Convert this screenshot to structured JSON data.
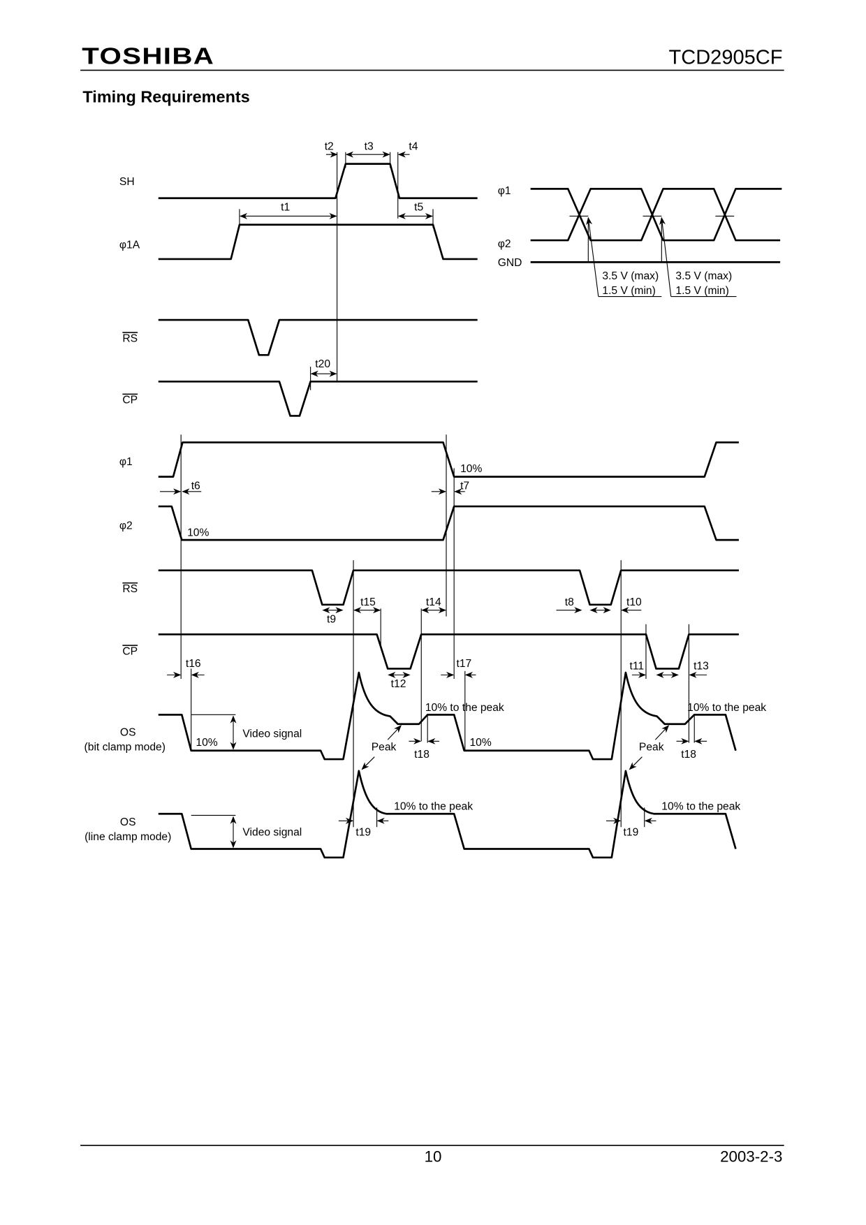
{
  "header": {
    "logo": "TOSHIBA",
    "part_number": "TCD2905CF"
  },
  "title": "Timing Requirements",
  "signals": {
    "sh": "SH",
    "phi1a": "φ1A",
    "rs": "RS",
    "cp": "CP",
    "phi1": "φ1",
    "phi2": "φ2",
    "gnd": "GND",
    "os": "OS",
    "bit_clamp": "(bit clamp mode)",
    "line_clamp": "(line clamp mode)"
  },
  "timings": {
    "t1": "t1",
    "t2": "t2",
    "t3": "t3",
    "t4": "t4",
    "t5": "t5",
    "t6": "t6",
    "t7": "t7",
    "t8": "t8",
    "t9": "t9",
    "t10": "t10",
    "t11": "t11",
    "t12": "t12",
    "t13": "t13",
    "t14": "t14",
    "t15": "t15",
    "t16": "t16",
    "t17": "t17",
    "t18": "t18",
    "t19": "t19",
    "t20": "t20"
  },
  "annotations": {
    "v_max": "3.5 V (max)",
    "v_min": "1.5 V (min)",
    "ten_pct": "10%",
    "ten_pct_peak": "10% to the peak",
    "video_signal": "Video signal",
    "peak": "Peak"
  },
  "footer": {
    "page": "10",
    "date": "2003-2-3"
  }
}
